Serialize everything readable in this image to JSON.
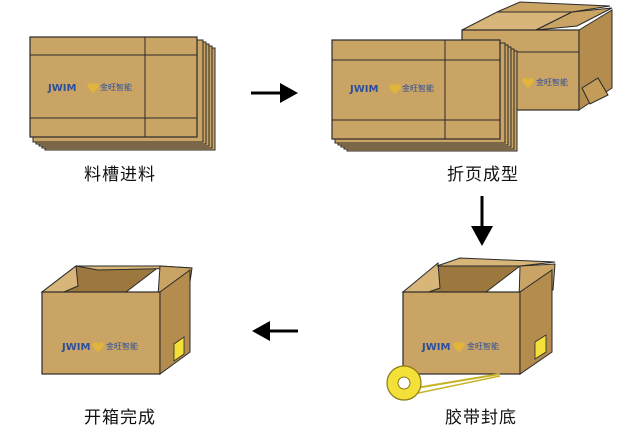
{
  "colors": {
    "cardboard": "#caa464",
    "cardboard_dark": "#b48c4e",
    "cardboard_light": "#d8b67a",
    "inside": "#9c783e",
    "outline": "#2a2a2a",
    "brand_blue": "#2b4f9c",
    "brand_gold": "#e1b43c",
    "tape": "#f3e13a",
    "arrow": "#000000"
  },
  "brand": {
    "name_en": "JWIM",
    "name_cn": "金旺智能",
    "logo_icon": "heart-logo-icon"
  },
  "steps": [
    {
      "id": "feed",
      "label": "料槽进料"
    },
    {
      "id": "fold",
      "label": "折页成型"
    },
    {
      "id": "seal",
      "label": "胶带封底"
    },
    {
      "id": "open",
      "label": "开箱完成"
    }
  ]
}
